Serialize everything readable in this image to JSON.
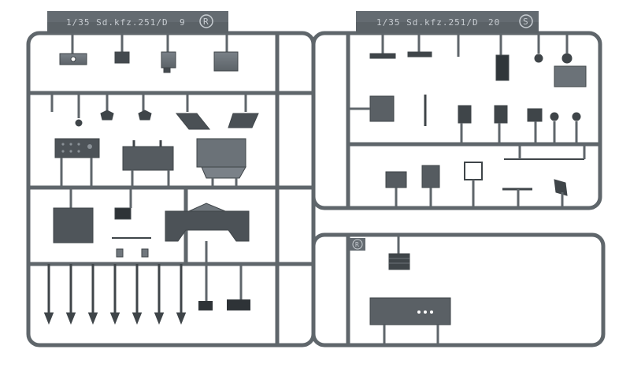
{
  "image": {
    "subject": "model kit sprue frames",
    "colors": {
      "background": "#ffffff",
      "plastic": "#6c7379",
      "plastic_dark": "#3f4549",
      "plastic_light": "#8a9197"
    }
  },
  "sprue_left": {
    "tag_text": "1/35 Sd.kfz.251/D",
    "tag_number": "9",
    "tag_letter": "R"
  },
  "sprue_right": {
    "tag_text": "1/35 Sd.kfz.251/D",
    "tag_number": "20",
    "tag_letter": "S",
    "small_tag_letter": "R"
  }
}
